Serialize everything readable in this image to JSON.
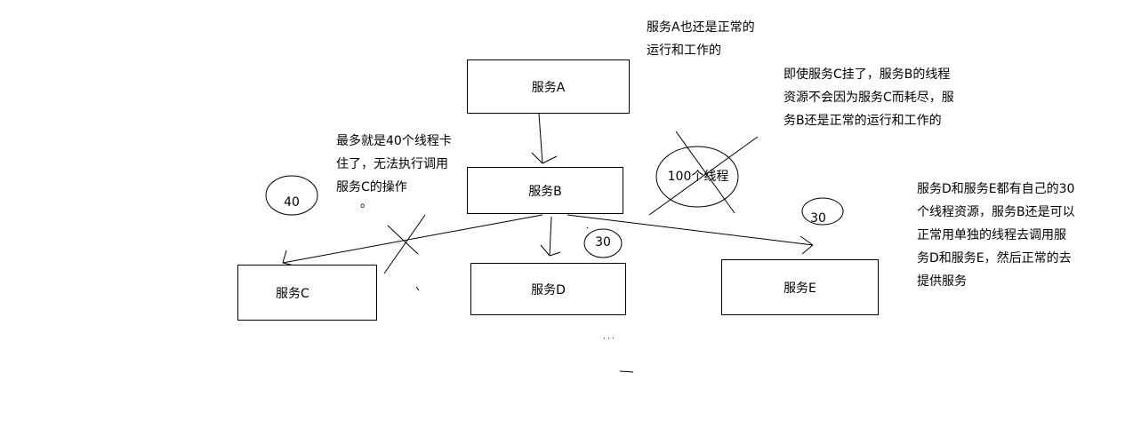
{
  "services": {
    "a": "服务A",
    "b": "服务B",
    "c": "服务C",
    "d": "服务D",
    "e": "服务E"
  },
  "labels": {
    "b_threads": "100个线程",
    "c_threads": "40",
    "d_threads": "30",
    "e_threads": "30"
  },
  "notes": {
    "a_normal": "服务A也还是正常的\n运行和工作的",
    "b_resources": "即使服务C挂了，服务B的线程\n资源不会因为服务C而耗尽，服\n务B还是正常的运行和工作的",
    "c_blocked": "最多就是40个线程卡\n住了，无法执行调用\n服务C的操作",
    "c_dot": "。",
    "de_resources": "服务D和服务E都有自己的30\n个线程资源，服务B还是可以\n正常用单独的线程去调用服\n务D和服务E，然后正常的去\n提供服务"
  }
}
